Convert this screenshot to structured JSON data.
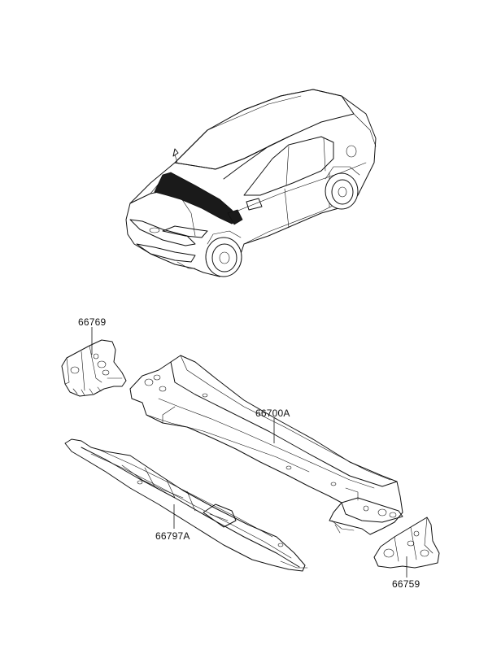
{
  "diagram": {
    "vehicle": "sedan-car-illustration",
    "parts": [
      {
        "id": "p1",
        "number": "66769"
      },
      {
        "id": "p2",
        "number": "66700A"
      },
      {
        "id": "p3",
        "number": "66797A"
      },
      {
        "id": "p4",
        "number": "66759"
      }
    ],
    "colors": {
      "line": "#111111",
      "background": "#ffffff",
      "highlight": "#1a1a1a"
    }
  }
}
